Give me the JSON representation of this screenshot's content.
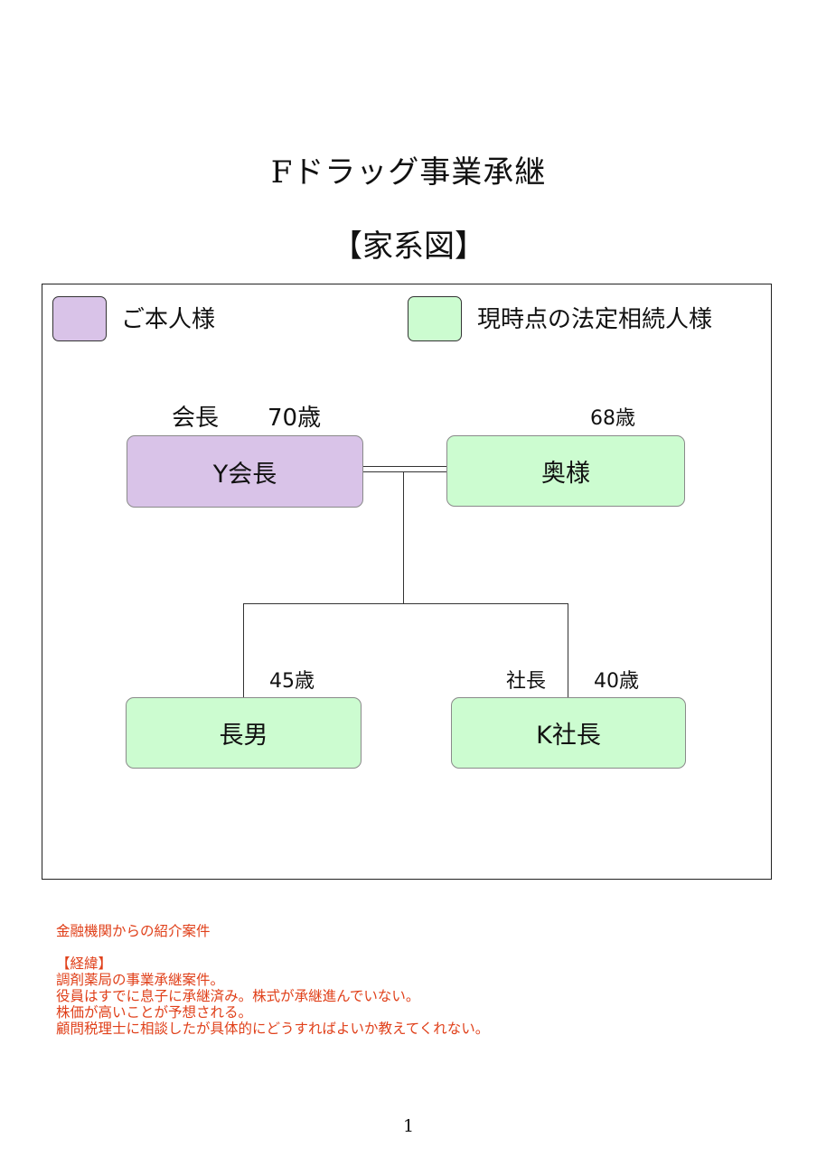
{
  "document": {
    "title": "Fドラッグ事業承継",
    "subtitle": "【家系図】",
    "page_number": "1"
  },
  "colors": {
    "principal": "#d9c3e8",
    "heir": "#ccfcd0",
    "notes_text": "#e0401a"
  },
  "legend": {
    "principal_label": "ご本人様",
    "heirs_label": "現時点の法定相続人様"
  },
  "family": {
    "chairman": {
      "name": "Y会長",
      "role": "会長",
      "age": "70歳"
    },
    "wife": {
      "name": "奥様",
      "age": "68歳"
    },
    "eldest_son": {
      "name": "長男",
      "age": "45歳"
    },
    "president": {
      "name": "K社長",
      "role": "社長",
      "age": "40歳"
    }
  },
  "notes": {
    "source": "金融機関からの紹介案件",
    "background_heading": "【経緯】",
    "lines": [
      "調剤薬局の事業承継案件。",
      "役員はすでに息子に承継済み。株式が承継進んでいない。",
      "株価が高いことが予想される。",
      "顧問税理士に相談したが具体的にどうすればよいか教えてくれない。"
    ]
  }
}
